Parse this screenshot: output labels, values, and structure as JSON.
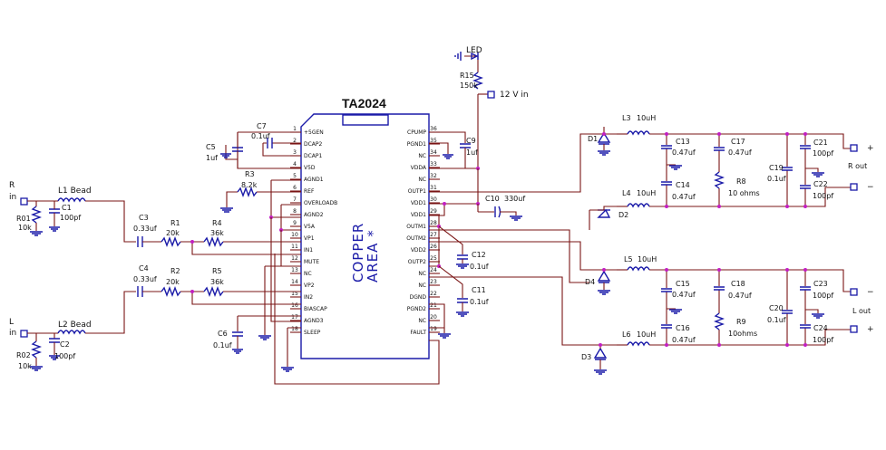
{
  "chip": {
    "title": "TA2024",
    "copper_line1": "COPPER",
    "copper_line2": "AREA *",
    "left_pins": [
      {
        "num": "1",
        "name": "+5GEN"
      },
      {
        "num": "2",
        "name": "DCAP2"
      },
      {
        "num": "3",
        "name": "DCAP1"
      },
      {
        "num": "4",
        "name": "V5D"
      },
      {
        "num": "5",
        "name": "AGND1"
      },
      {
        "num": "6",
        "name": "REF"
      },
      {
        "num": "7",
        "name": "OVERLOADB"
      },
      {
        "num": "8",
        "name": "AGND2"
      },
      {
        "num": "9",
        "name": "V5A"
      },
      {
        "num": "10",
        "name": "VP1"
      },
      {
        "num": "11",
        "name": "IN1"
      },
      {
        "num": "12",
        "name": "MUTE"
      },
      {
        "num": "13",
        "name": "NC"
      },
      {
        "num": "14",
        "name": "VP2"
      },
      {
        "num": "15",
        "name": "IN2"
      },
      {
        "num": "16",
        "name": "BIASCAP"
      },
      {
        "num": "17",
        "name": "AGND3"
      },
      {
        "num": "18",
        "name": "SLEEP"
      }
    ],
    "right_pins": [
      {
        "num": "36",
        "name": "CPUMP"
      },
      {
        "num": "35",
        "name": "PGND1"
      },
      {
        "num": "34",
        "name": "NC"
      },
      {
        "num": "33",
        "name": "VDDA"
      },
      {
        "num": "32",
        "name": "NC"
      },
      {
        "num": "31",
        "name": "OUTP1"
      },
      {
        "num": "30",
        "name": "VDD1"
      },
      {
        "num": "29",
        "name": "VDD1"
      },
      {
        "num": "28",
        "name": "OUTM1"
      },
      {
        "num": "27",
        "name": "OUTM2"
      },
      {
        "num": "26",
        "name": "VDD2"
      },
      {
        "num": "25",
        "name": "OUTP2"
      },
      {
        "num": "24",
        "name": "NC"
      },
      {
        "num": "23",
        "name": "NC"
      },
      {
        "num": "22",
        "name": "DGND"
      },
      {
        "num": "21",
        "name": "PGND2"
      },
      {
        "num": "20",
        "name": "NC"
      },
      {
        "num": "19",
        "name": "FAULT"
      }
    ]
  },
  "labels": {
    "r_in_1": "R",
    "r_in_2": "in",
    "l_in_1": "L",
    "l_in_2": "in",
    "L1": "L1 Bead",
    "L2": "L2 Bead",
    "C1n": "C1",
    "C1v": "100pf",
    "C2n": "C2",
    "C2v": "100pf",
    "R01n": "R01",
    "R01v": "10k",
    "R02n": "R02",
    "R02v": "10k",
    "C3n": "C3",
    "C3v": "0.33uf",
    "C4n": "C4",
    "C4v": "0.33uf",
    "R1n": "R1",
    "R1v": "20k",
    "R2n": "R2",
    "R2v": "20k",
    "R4n": "R4",
    "R4v": "36k",
    "R5n": "R5",
    "R5v": "36k",
    "R3n": "R3",
    "R3v": "8.2k",
    "C5n": "C5",
    "C5v": "1uf",
    "C6n": "C6",
    "C6v": "0.1uf",
    "C7n": "C7",
    "C7v": "0.1uf",
    "C9n": "C9",
    "C9v": "1uf",
    "C10n": "C10",
    "C10v": "330uf",
    "C11n": "C11",
    "C11v": "0.1uf",
    "C12n": "C12",
    "C12v": "0.1uf",
    "LED": "LED",
    "R15n": "R15",
    "R15v": "150k",
    "V12": "12 V in",
    "L3": "L3",
    "L3v": "10uH",
    "L4": "L4",
    "L4v": "10uH",
    "L5": "L5",
    "L5v": "10uH",
    "L6": "L6",
    "L6v": "10uH",
    "D1": "D1",
    "D2": "D2",
    "D3": "D3",
    "D4": "D4",
    "C13n": "C13",
    "C13v": "0.47uf",
    "C14n": "C14",
    "C14v": "0.47uf",
    "C15n": "C15",
    "C15v": "0.47uf",
    "C16n": "C16",
    "C16v": "0.47uf",
    "C17n": "C17",
    "C17v": "0.47uf",
    "C18n": "C18",
    "C18v": "0.47uf",
    "R8n": "R8",
    "R8v": "10 ohms",
    "R9n": "R9",
    "R9v": "10ohms",
    "C19n": "C19",
    "C19v": "0.1uf",
    "C20n": "C20",
    "C20v": "0.1uf",
    "C21n": "C21",
    "C21v": "100pf",
    "C22n": "C22",
    "C22v": "100pf",
    "C23n": "C23",
    "C23v": "100pf",
    "C24n": "C24",
    "C24v": "100pf",
    "rout_plus": "+",
    "rout_minus": "−",
    "r_out": "R out",
    "lout_minus": "−",
    "lout_plus": "+",
    "l_out": "L out"
  }
}
